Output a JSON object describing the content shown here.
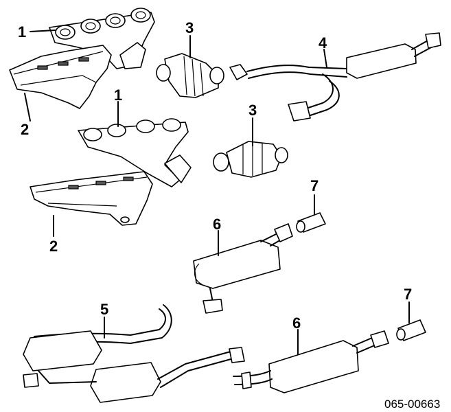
{
  "callouts": {
    "c1a": "1",
    "c1b": "1",
    "c2a": "2",
    "c2b": "2",
    "c3a": "3",
    "c3b": "3",
    "c4": "4",
    "c5": "5",
    "c6a": "6",
    "c6b": "6",
    "c7a": "7",
    "c7b": "7"
  },
  "figure_code": "065-00663"
}
